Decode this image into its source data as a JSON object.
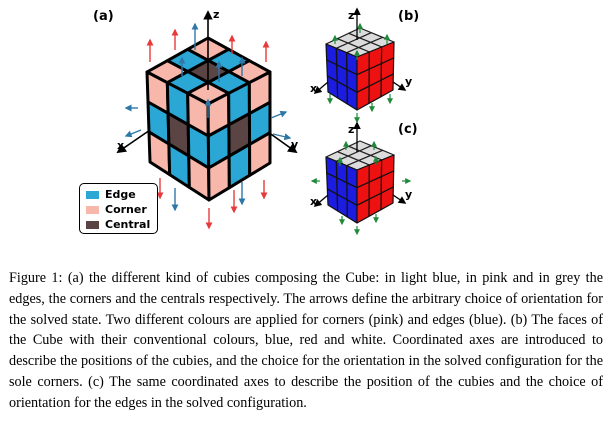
{
  "figure": {
    "panels": [
      {
        "id": "a",
        "label": "(a)"
      },
      {
        "id": "b",
        "label": "(b)"
      },
      {
        "id": "c",
        "label": "(c)"
      }
    ],
    "axes": {
      "x": "x",
      "y": "y",
      "z": "z"
    },
    "legend": [
      {
        "label": "Edge",
        "color": "#2aa7d4"
      },
      {
        "label": "Corner",
        "color": "#f7b7aa"
      },
      {
        "label": "Central",
        "color": "#5a4444"
      }
    ],
    "colors": {
      "edge": "#2aa7d4",
      "corner": "#f7b7aa",
      "central": "#5a4444",
      "arrow_red": "#e83a3a",
      "arrow_blue": "#2e78a8",
      "arrow_green": "#1e8a3a",
      "face_blue": "#1c1ce0",
      "face_red": "#ee1111",
      "face_white": "#dcdcdc"
    }
  },
  "caption": "Figure 1: (a) the different kind of cubies composing the Cube: in light blue, in pink and in grey the edges, the corners and the centrals respectively. The arrows define the arbitrary choice of orientation for the solved state. Two different colours are applied for corners (pink) and edges (blue). (b) The faces of the Cube with their conventional colours, blue, red and white. Coordinated axes are introduced to describe the positions of the cubies, and the choice for the orientation in the solved configuration for the sole corners. (c) The same coordinated axes to describe the position of the cubies and the choice of orientation for the edges in the solved configuration."
}
